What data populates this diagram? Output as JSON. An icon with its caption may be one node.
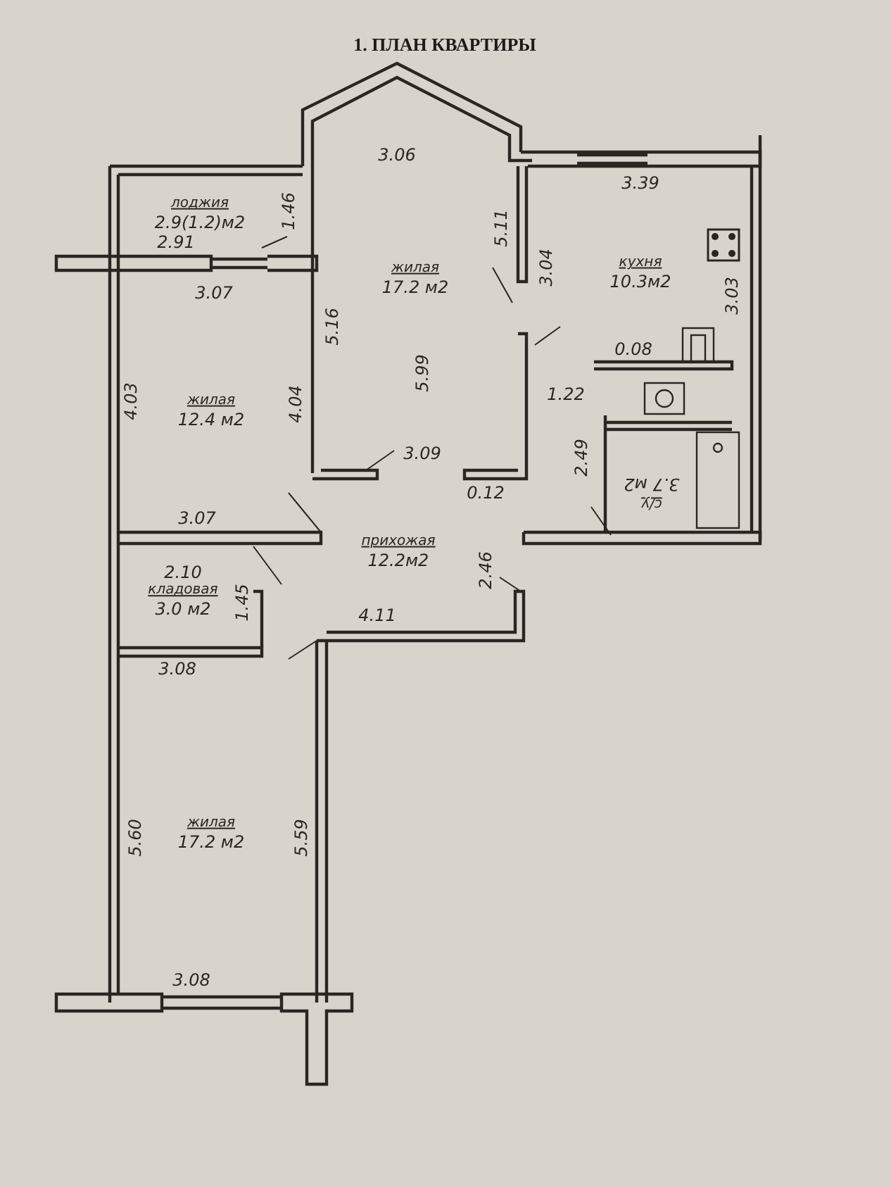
{
  "diagram": {
    "title": "1. ПЛАН КВАРТИРЫ",
    "nodes": [
      {
        "text": [
          "лоджия",
          "2.9(1.2)м2"
        ]
      },
      {
        "text": [
          "жилая",
          "17.2 м2"
        ]
      },
      {
        "text": [
          "кухня",
          "10.3м2"
        ]
      },
      {
        "text": [
          "жилая",
          "12.4 м2"
        ]
      },
      {
        "text": [
          "с/у",
          "3.7 м2"
        ]
      },
      {
        "text": [
          "прихожая",
          "12.2м2"
        ]
      },
      {
        "text": [
          "2.10",
          "кладовая",
          "3.0 м2"
        ]
      },
      {
        "text": [
          "жилая",
          "17.2 м2"
        ]
      }
    ],
    "labels": [
      "3.06",
      "1.46",
      "2.91",
      "5.11",
      "3.39",
      "3.04",
      "3.03",
      "3.07",
      "5.16",
      "5.99",
      "4.03",
      "4.04",
      "0.08",
      "1.22",
      "3.09",
      "2.49",
      "0.12",
      "3.07",
      "2.46",
      "1.45",
      "3.08",
      "4.11",
      "5.60",
      "5.59",
      "3.08"
    ]
  }
}
